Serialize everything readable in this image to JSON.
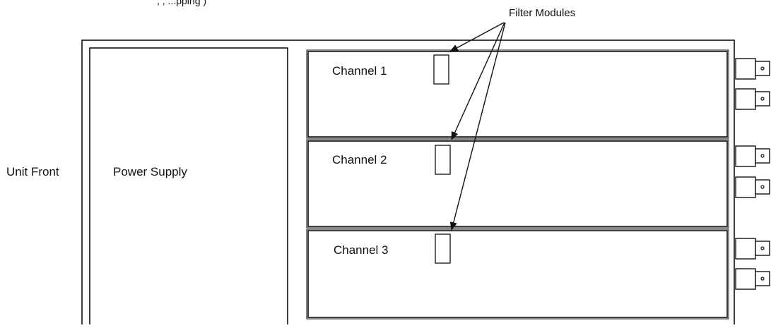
{
  "header": {
    "partial_text": ", , ...pping )"
  },
  "labels": {
    "filter_modules": "Filter Modules",
    "unit_front": "Unit Front",
    "power_supply": "Power Supply"
  },
  "channels": [
    {
      "label": "Channel 1"
    },
    {
      "label": "Channel 2"
    },
    {
      "label": "Channel 3"
    }
  ],
  "connectors_per_channel": 2,
  "colors": {
    "line": "#111111",
    "background": "#ffffff"
  }
}
